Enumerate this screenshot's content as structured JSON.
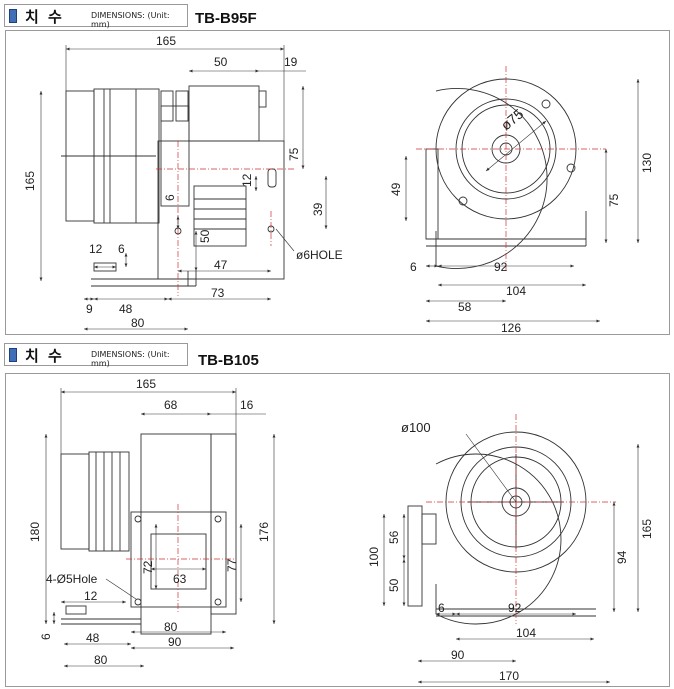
{
  "header_top": {
    "title": "치 수",
    "unit": "DIMENSIONS: (Unit: mm)",
    "model": "TB-B95F"
  },
  "header_bottom": {
    "title": "치 수",
    "unit": "DIMENSIONS: (Unit: mm)",
    "model": "TB-B105"
  },
  "b95f": {
    "d165w": "165",
    "d50": "50",
    "d19": "19",
    "d165h": "165",
    "d75a": "75",
    "d12v": "12",
    "d39": "39",
    "d6v": "6",
    "d50v": "50",
    "hole": "ø6HOLE",
    "d12h": "12",
    "d6h": "6",
    "d47": "47",
    "d9": "9",
    "d48": "48",
    "d73": "73",
    "d80": "80",
    "dia75": "ø75",
    "d49": "49",
    "d130": "130",
    "d75b": "75",
    "d6f": "6",
    "d92": "92",
    "d104": "104",
    "d58": "58",
    "d126": "126"
  },
  "b105": {
    "d165w": "165",
    "d68": "68",
    "d16": "16",
    "d180": "180",
    "d176": "176",
    "d72": "72",
    "d77": "77",
    "d63": "63",
    "hole": "4-Ø5Hole",
    "d12": "12",
    "d6v": "6",
    "d80a": "80",
    "d48": "48",
    "d90": "90",
    "d80b": "80",
    "dia100": "ø100",
    "d56": "56",
    "d100": "100",
    "d50": "50",
    "d165v": "165",
    "d94": "94",
    "d6f": "6",
    "d92": "92",
    "d104": "104",
    "d90f": "90",
    "d170": "170"
  },
  "colors": {
    "panel_border": "#9a9a9a",
    "center_line": "#d03030",
    "line": "#333333",
    "header_mark": "#3f6fb5"
  }
}
